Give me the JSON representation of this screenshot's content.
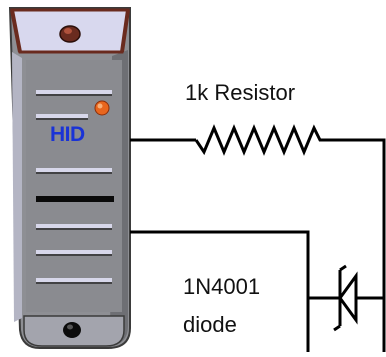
{
  "colors": {
    "reader_body": "#8e8f94",
    "reader_frame": "#ddddf0",
    "reader_edge": "#6a2b1f",
    "reader_light": "#c8c8d8",
    "led": "#e8661e",
    "logo": "#1a33d6",
    "wire": "#000000"
  },
  "reader": {
    "logo": "HID"
  },
  "resistor": {
    "label": "1k Resistor"
  },
  "diode": {
    "label_line1": "1N4001",
    "label_line2": "diode"
  },
  "icons": {
    "led": "led-indicator-icon",
    "screw": "screw-icon"
  }
}
